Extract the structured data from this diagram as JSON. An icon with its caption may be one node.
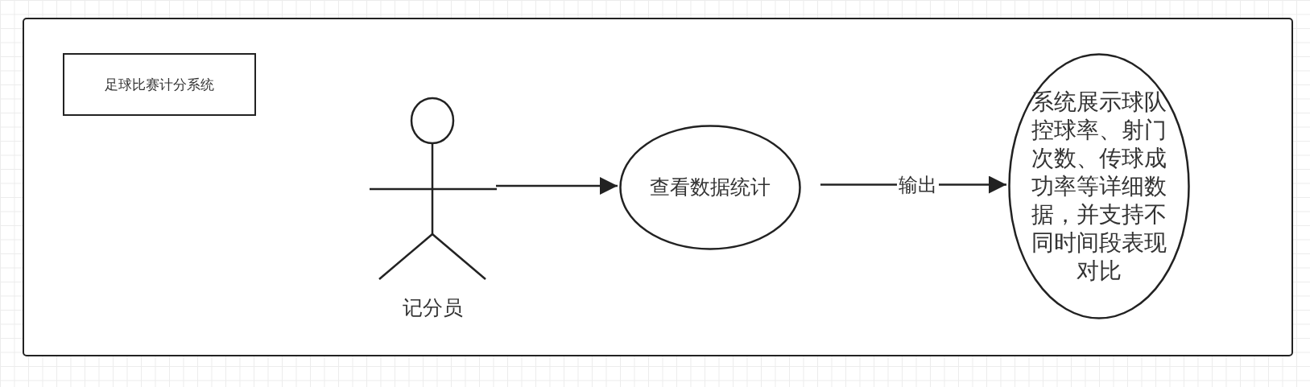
{
  "diagram": {
    "nodes": [
      {
        "text": [],
        "shape": "box"
      },
      {
        "text": [
          "足球比赛计分系统"
        ],
        "in": 0
      },
      {
        "text": [
          "记分员"
        ],
        "in": 0
      },
      {
        "text": [
          "查看数据统计"
        ],
        "in": 0
      },
      {
        "text": [
          "系统展示球队控球率、射门次数、传球成功率等详细数据，并支持不同时间段表现对比"
        ],
        "in": 0
      }
    ],
    "edges": [
      {
        "from": 2,
        "to": 3,
        "arrow": "to"
      },
      {
        "from": 3,
        "to": 4,
        "arrow": "to",
        "label": "输出"
      }
    ]
  }
}
